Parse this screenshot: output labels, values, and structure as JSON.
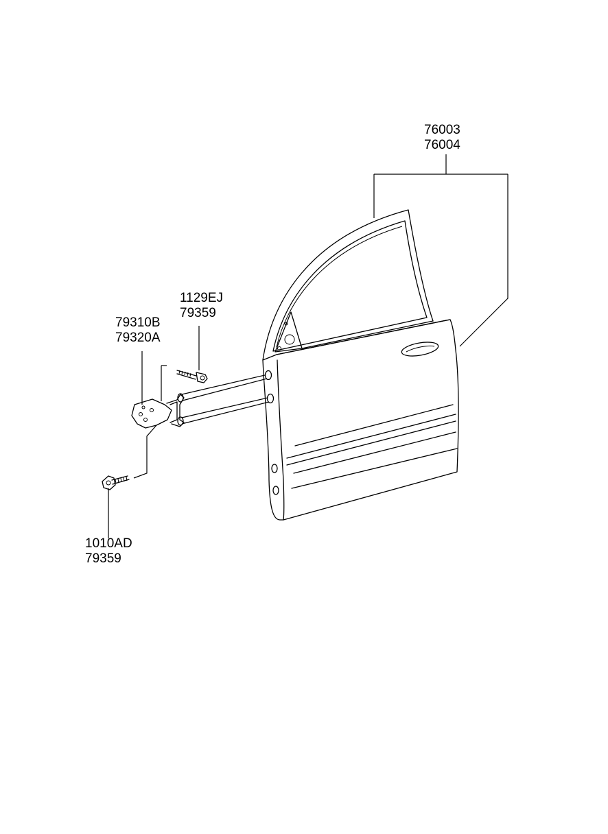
{
  "labels": {
    "door": {
      "line1": "76003",
      "line2": "76004"
    },
    "upper_bolt": {
      "line1": "1129EJ",
      "line2": "79359"
    },
    "hinge": {
      "line1": "79310B",
      "line2": "79320A"
    },
    "lower_bolt": {
      "line1": "1010AD",
      "line2": "79359"
    }
  }
}
